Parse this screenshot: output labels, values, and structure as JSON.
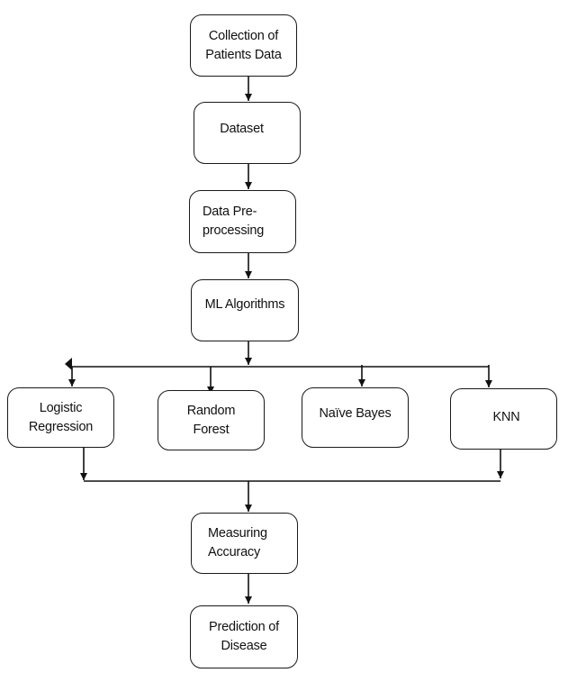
{
  "diagram": {
    "nodes": {
      "collection": "Collection of\nPatients Data",
      "dataset": "Dataset",
      "preprocessing": "Data Pre-\nprocessing",
      "ml_algorithms": "ML Algorithms",
      "logistic_regression": "Logistic\nRegression",
      "random_forest": "Random\nForest",
      "naive_bayes": "Naïve Bayes",
      "knn": "KNN",
      "measuring_accuracy": "Measuring\nAccuracy",
      "prediction": "Prediction of\nDisease"
    },
    "edges": [
      [
        "collection",
        "dataset"
      ],
      [
        "dataset",
        "preprocessing"
      ],
      [
        "preprocessing",
        "ml_algorithms"
      ],
      [
        "ml_algorithms",
        "logistic_regression"
      ],
      [
        "ml_algorithms",
        "random_forest"
      ],
      [
        "ml_algorithms",
        "naive_bayes"
      ],
      [
        "ml_algorithms",
        "knn"
      ],
      [
        "logistic_regression",
        "measuring_accuracy"
      ],
      [
        "knn",
        "measuring_accuracy"
      ],
      [
        "measuring_accuracy",
        "prediction"
      ]
    ]
  }
}
